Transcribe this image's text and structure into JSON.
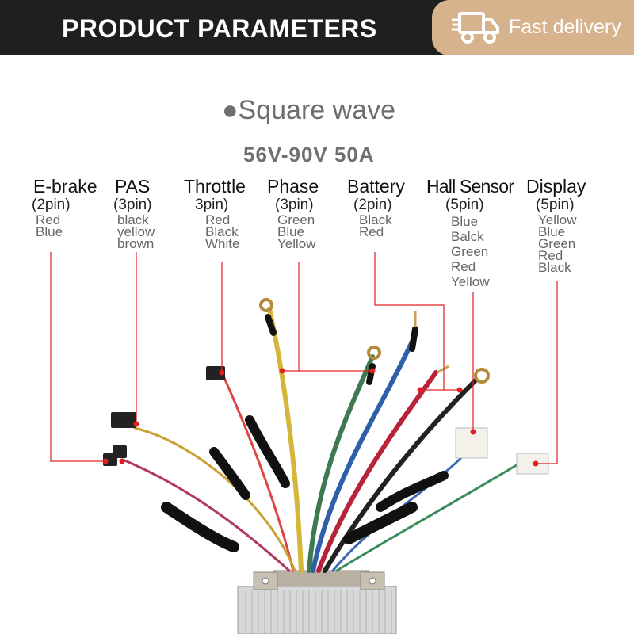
{
  "header": {
    "title": "PRODUCT PARAMETERS",
    "delivery_label": "Fast delivery",
    "delivery_icon": "delivery-truck-icon",
    "bar_color": "#1f1f1f",
    "accent_color": "#d6b38c"
  },
  "subtitle": "●Square wave",
  "voltage": "56V-90V 50A",
  "connectors": [
    {
      "name": "E-brake",
      "pins": "(2pin)",
      "wires": [
        "Red",
        "Blue"
      ]
    },
    {
      "name": "PAS",
      "pins": "(3pin)",
      "wires": [
        "black",
        "yellow",
        "brown"
      ]
    },
    {
      "name": "Throttle",
      "pins": "3pin)",
      "wires": [
        "Red",
        "Black",
        "White"
      ]
    },
    {
      "name": "Phase",
      "pins": "(3pin)",
      "wires": [
        "Green",
        "Blue",
        "Yellow"
      ]
    },
    {
      "name": "Battery",
      "pins": "(2pin)",
      "wires": [
        "Black",
        "Red"
      ]
    },
    {
      "name": "Hall Sensor",
      "pins": "(5pin)",
      "wires": [
        "Blue",
        "Balck",
        "Green",
        "Red",
        "Yellow"
      ]
    },
    {
      "name": "Display",
      "pins": "(5pin)",
      "wires": [
        "Yellow",
        "Blue",
        "Green",
        "Red",
        "Black"
      ]
    }
  ],
  "leader_color": "#e02020"
}
